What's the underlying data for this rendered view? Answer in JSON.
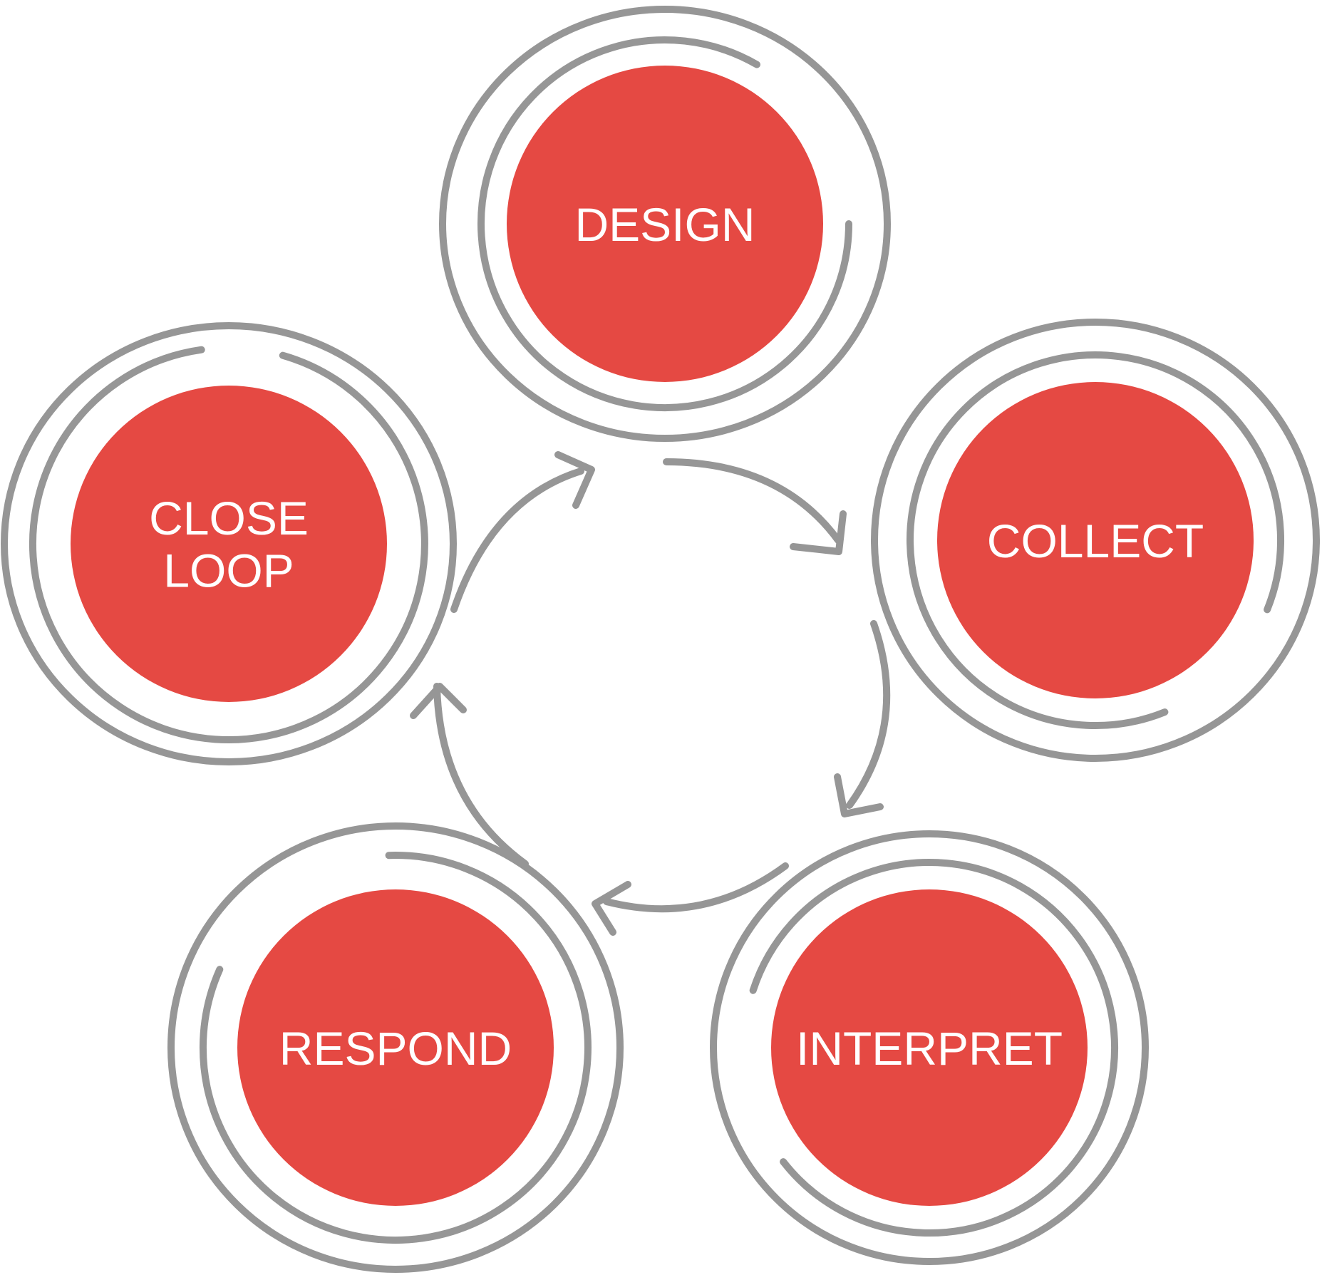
{
  "colors": {
    "node_fill": "#E54943",
    "ring_stroke": "#969696",
    "label_text": "#ffffff",
    "background": "#ffffff"
  },
  "stages": [
    {
      "id": "design",
      "lines": [
        "DESIGN"
      ]
    },
    {
      "id": "collect",
      "lines": [
        "COLLECT"
      ]
    },
    {
      "id": "interpret",
      "lines": [
        "INTERPRET"
      ]
    },
    {
      "id": "respond",
      "lines": [
        "RESPOND"
      ]
    },
    {
      "id": "close-loop",
      "lines": [
        "CLOSE",
        "LOOP"
      ]
    }
  ],
  "flow": [
    {
      "from": "design",
      "to": "collect"
    },
    {
      "from": "collect",
      "to": "interpret"
    },
    {
      "from": "interpret",
      "to": "respond"
    },
    {
      "from": "respond",
      "to": "close-loop"
    },
    {
      "from": "close-loop",
      "to": "design"
    }
  ]
}
